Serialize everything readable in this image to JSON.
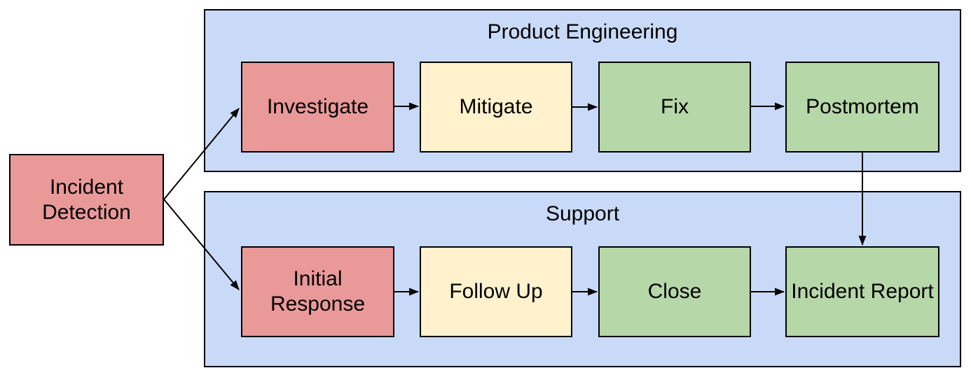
{
  "diagram": {
    "detection": {
      "label": "Incident Detection",
      "color": "red"
    },
    "lanes": [
      {
        "title": "Product Engineering",
        "steps": [
          {
            "label": "Investigate",
            "color": "red"
          },
          {
            "label": "Mitigate",
            "color": "yellow"
          },
          {
            "label": "Fix",
            "color": "green"
          },
          {
            "label": "Postmortem",
            "color": "green"
          }
        ]
      },
      {
        "title": "Support",
        "steps": [
          {
            "label": "Initial Response",
            "color": "red"
          },
          {
            "label": "Follow Up",
            "color": "yellow"
          },
          {
            "label": "Close",
            "color": "green"
          },
          {
            "label": "Incident Report",
            "color": "green"
          }
        ]
      }
    ],
    "edges": [
      {
        "from": "Incident Detection",
        "to": "Investigate"
      },
      {
        "from": "Incident Detection",
        "to": "Initial Response"
      },
      {
        "from": "Investigate",
        "to": "Mitigate"
      },
      {
        "from": "Mitigate",
        "to": "Fix"
      },
      {
        "from": "Fix",
        "to": "Postmortem"
      },
      {
        "from": "Initial Response",
        "to": "Follow Up"
      },
      {
        "from": "Follow Up",
        "to": "Close"
      },
      {
        "from": "Close",
        "to": "Incident Report"
      },
      {
        "from": "Postmortem",
        "to": "Incident Report"
      }
    ],
    "colors": {
      "red": "#ea9999",
      "yellow": "#fff2cc",
      "green": "#b6d7a8",
      "lane_fill": "#c9daf8",
      "border": "#000000",
      "background": "#ffffff"
    }
  }
}
